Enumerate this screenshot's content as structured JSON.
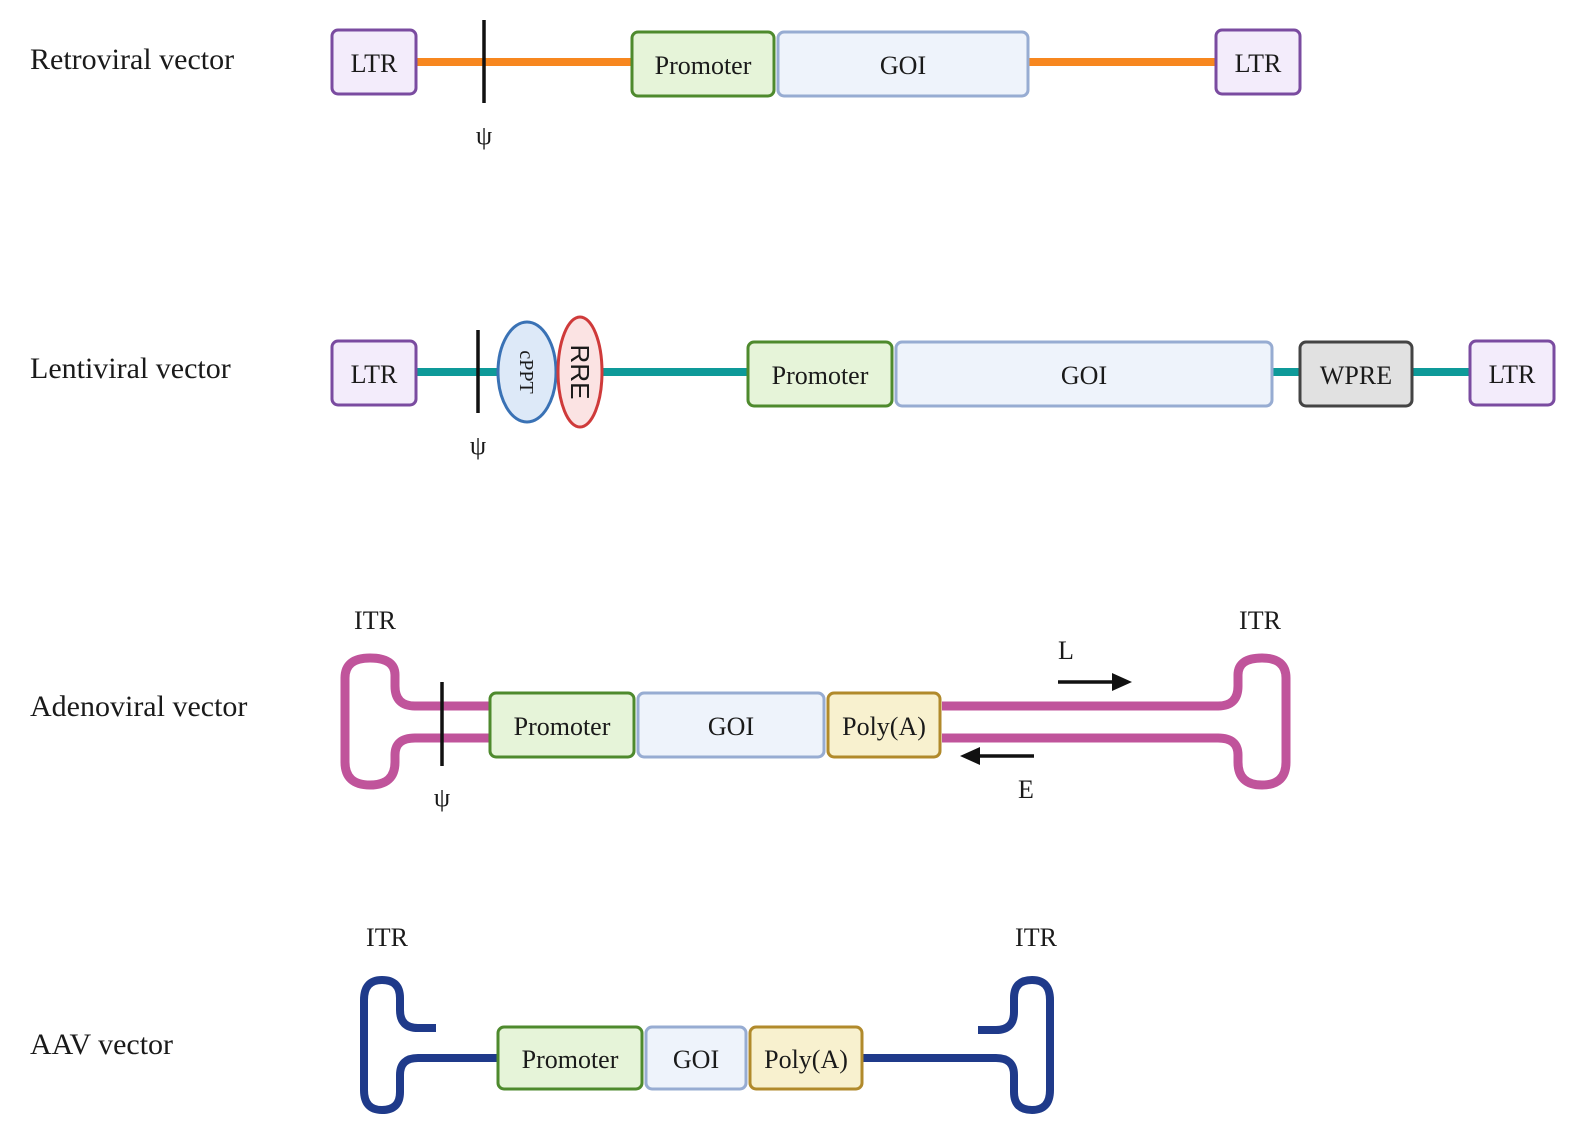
{
  "colors": {
    "retro_backbone": "#f7871f",
    "lenti_backbone": "#0e9a99",
    "adeno_backbone": "#c0549b",
    "aav_backbone": "#1f3a8a",
    "ltr_fill": "#f3ecfb",
    "ltr_stroke": "#7a4ba0",
    "promoter_fill": "#e6f4d9",
    "promoter_stroke": "#4e8a2d",
    "goi_fill": "#eef3fb",
    "goi_stroke": "#97acd2",
    "polya_fill": "#f8f1cf",
    "polya_stroke": "#b18a2b",
    "wpre_fill": "#e1e1e1",
    "wpre_stroke": "#444444",
    "cppt_fill": "#dde9f8",
    "cppt_stroke": "#3a72b5",
    "rre_fill": "#fbe3e3",
    "rre_stroke": "#cf3a3a"
  },
  "rows": {
    "retroviral": {
      "label": "Retroviral vector",
      "ltr_left": "LTR",
      "psi": "ψ",
      "promoter": "Promoter",
      "goi": "GOI",
      "ltr_right": "LTR"
    },
    "lentiviral": {
      "label": "Lentiviral vector",
      "ltr_left": "LTR",
      "psi": "ψ",
      "cppt": "cPPT",
      "rre": "RRE",
      "promoter": "Promoter",
      "goi": "GOI",
      "wpre": "WPRE",
      "ltr_right": "LTR"
    },
    "adenoviral": {
      "label": "Adenoviral vector",
      "itr_left": "ITR",
      "itr_right": "ITR",
      "psi": "ψ",
      "promoter": "Promoter",
      "goi": "GOI",
      "polya": "Poly(A)",
      "l_label": "L",
      "e_label": "E"
    },
    "aav": {
      "label": "AAV vector",
      "itr_left": "ITR",
      "itr_right": "ITR",
      "promoter": "Promoter",
      "goi": "GOI",
      "polya": "Poly(A)"
    }
  }
}
